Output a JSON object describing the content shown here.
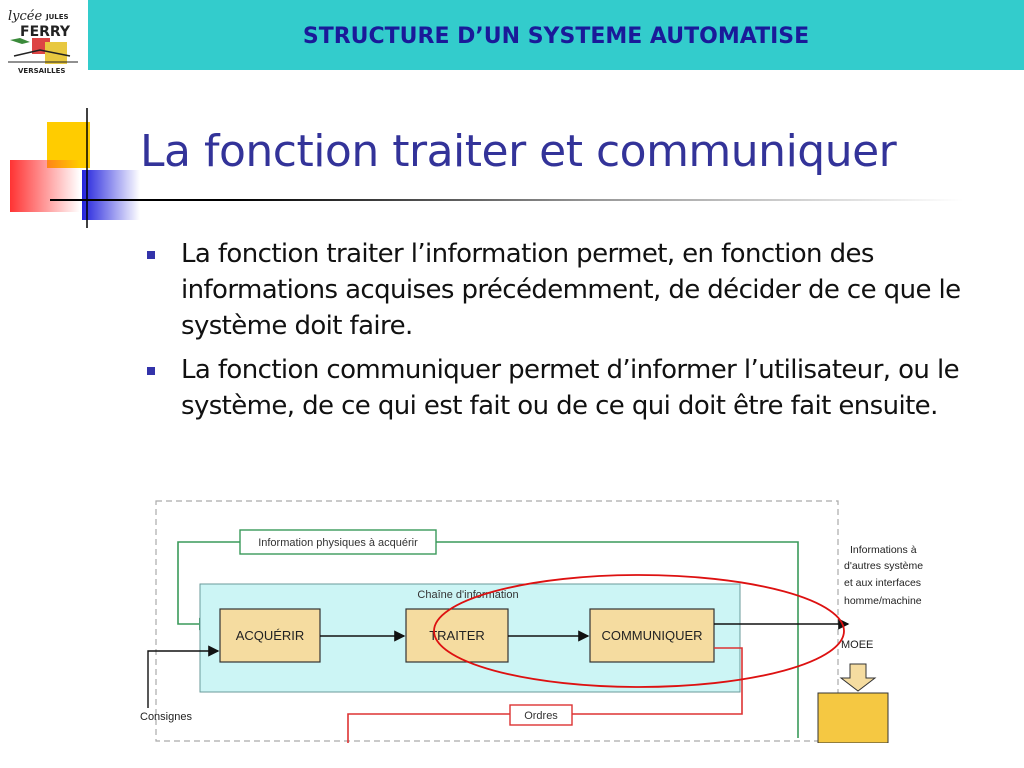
{
  "header": {
    "title": "STRUCTURE D’UN SYSTEME AUTOMATISE",
    "logo": {
      "line1": "lycée",
      "line2": "JULES",
      "line3": "FERRY",
      "line4": "VERSAILLES"
    }
  },
  "slide": {
    "title": "La fonction traiter et communiquer",
    "bullets": [
      "La fonction traiter l’information permet, en fonction des informations acquises précédemment, de décider de ce que le système doit faire.",
      "La fonction communiquer permet d’informer l’utilisateur, ou le système, de ce qui est fait ou de ce qui doit être fait ensuite."
    ]
  },
  "diagram": {
    "info_label": "Information physiques à acquérir",
    "chain_label": "Chaîne d'information",
    "blocks": [
      "ACQUÉRIR",
      "TRAITER",
      "COMMUNIQUER"
    ],
    "output_label_lines": [
      "Informations à",
      "d'autres système",
      "et aux interfaces",
      "homme/machine"
    ],
    "moee_label": "MOEE",
    "consignes_label": "Consignes",
    "ordres_label": "Ordres"
  },
  "colors": {
    "header_bg": "#33cccc",
    "header_text": "#1a1a99",
    "title_text": "#333399",
    "bullet": "#3333aa",
    "chain_bg": "#ccf5f5",
    "block_fill": "#f5dca0",
    "highlight_ellipse": "#dd1111",
    "flow_green": "#3a9a5a",
    "flow_red": "#dd3333"
  }
}
